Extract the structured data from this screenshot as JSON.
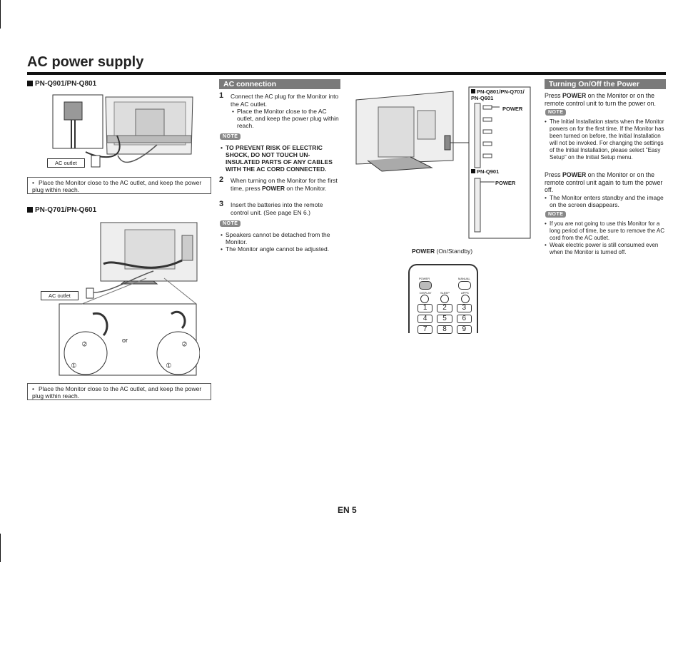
{
  "page": {
    "title": "AC power supply",
    "page_number": "EN 5"
  },
  "left": {
    "model1_heading": "PN-Q901/PN-Q801",
    "model1_label": "AC outlet",
    "model1_note": "Place the Monitor close to the AC outlet, and keep the power plug within reach.",
    "model2_heading": "PN-Q701/PN-Q601",
    "model2_label": "AC outlet",
    "or_label": "or",
    "model2_note": "Place the Monitor close to the AC outlet, and keep the power plug within reach."
  },
  "ac_connection": {
    "heading": "AC connection",
    "step1_num": "1",
    "step1_text": "Connect the AC plug for the Monitor into the AC outlet.",
    "step1_sub": "Place the Monitor close to the AC outlet, and keep the power plug within reach.",
    "note_label": "NOTE",
    "warning": "TO PREVENT RISK OF ELECTRIC SHOCK, DO NOT TOUCH UN-INSULATED PARTS OF ANY CABLES WITH THE AC CORD CONNECTED.",
    "step2_num": "2",
    "step2_pre": "When turning on the Monitor for the first time, press ",
    "step2_bold": "POWER",
    "step2_post": " on the Monitor.",
    "step3_num": "3",
    "step3_text": "Insert the batteries into the remote control unit. (See page EN 6.)",
    "note2_label": "NOTE",
    "note2_items": [
      "Speakers cannot be detached from the Monitor.",
      "The Monitor angle cannot be adjusted."
    ]
  },
  "figure_right": {
    "callout1_models": "PN-Q801/PN-Q701/ PN-Q601",
    "callout1_power": "POWER",
    "callout2_model": "PN-Q901",
    "callout2_power": "POWER",
    "remote_caption_bold": "POWER",
    "remote_caption_rest": " (On/Standby)",
    "remote_labels": {
      "power": "POWER",
      "manual": "MANUAL",
      "display": "DISPLAY",
      "sleep": "SLEEP",
      "apps": "APPS"
    },
    "remote_keys": [
      "1",
      "2",
      "3",
      "4",
      "5",
      "6",
      "7",
      "8",
      "9"
    ]
  },
  "power_section": {
    "heading": "Turning On/Off the Power",
    "intro_pre": "Press ",
    "intro_bold": "POWER",
    "intro_post": " on the Monitor or on the remote control unit to turn the power on.",
    "note_label": "NOTE",
    "note_items": [
      "The Initial Installation starts when the Monitor powers on for the first time. If the Monitor has been turned on before, the Initial Installation will not be invoked. For changing the settings of the Initial Installation, please select \"Easy Setup\" on the Initial Setup menu."
    ],
    "off_pre": "Press ",
    "off_bold": "POWER",
    "off_post": " on the Monitor or on the remote control unit again to turn the power off.",
    "off_item": "The Monitor enters standby and the image on the screen disappears.",
    "note2_label": "NOTE",
    "note2_items": [
      "If you are not going to use this Monitor for a long period of time, be sure to remove the AC cord from the AC outlet.",
      "Weak electric power is still consumed even when the Monitor is turned off."
    ]
  }
}
